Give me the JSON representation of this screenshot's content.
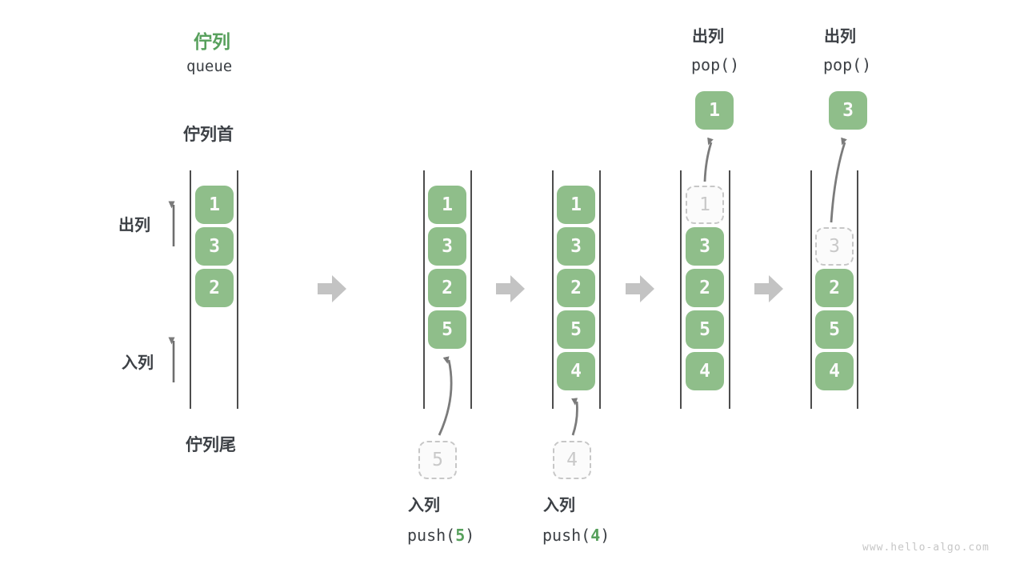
{
  "title": {
    "zh": "佇列",
    "en": "queue"
  },
  "labels": {
    "queue_front": "佇列首",
    "queue_tail": "佇列尾",
    "dequeue_side": "出列",
    "enqueue_side": "入列",
    "watermark": "www.hello-algo.com"
  },
  "columns": [
    {
      "cells": [
        {
          "v": "1"
        },
        {
          "v": "3"
        },
        {
          "v": "2"
        }
      ]
    },
    {
      "cells": [
        {
          "v": "1"
        },
        {
          "v": "3"
        },
        {
          "v": "2"
        },
        {
          "v": "5"
        }
      ]
    },
    {
      "cells": [
        {
          "v": "1"
        },
        {
          "v": "3"
        },
        {
          "v": "2"
        },
        {
          "v": "5"
        },
        {
          "v": "4"
        }
      ]
    },
    {
      "ghost": "1",
      "cells": [
        {
          "v": "3"
        },
        {
          "v": "2"
        },
        {
          "v": "5"
        },
        {
          "v": "4"
        }
      ]
    },
    {
      "ghost": "3",
      "cells": [
        {
          "v": "2"
        },
        {
          "v": "5"
        },
        {
          "v": "4"
        }
      ]
    }
  ],
  "push_ops": [
    {
      "label": "入列",
      "fn_open": "push(",
      "arg": "5",
      "fn_close": ")",
      "ghost": "5"
    },
    {
      "label": "入列",
      "fn_open": "push(",
      "arg": "4",
      "fn_close": ")",
      "ghost": "4"
    }
  ],
  "pop_ops": [
    {
      "label": "出列",
      "fn": "pop()",
      "value": "1"
    },
    {
      "label": "出列",
      "fn": "pop()",
      "value": "3"
    }
  ],
  "colors": {
    "cell_green": "#8fbe8a",
    "accent_green": "#57a05c",
    "text_dark": "#3c4045",
    "thin_arrow": "#7b7b7b",
    "block_arrow": "#c3c3c3",
    "dashed_border": "#c7c7c7"
  }
}
